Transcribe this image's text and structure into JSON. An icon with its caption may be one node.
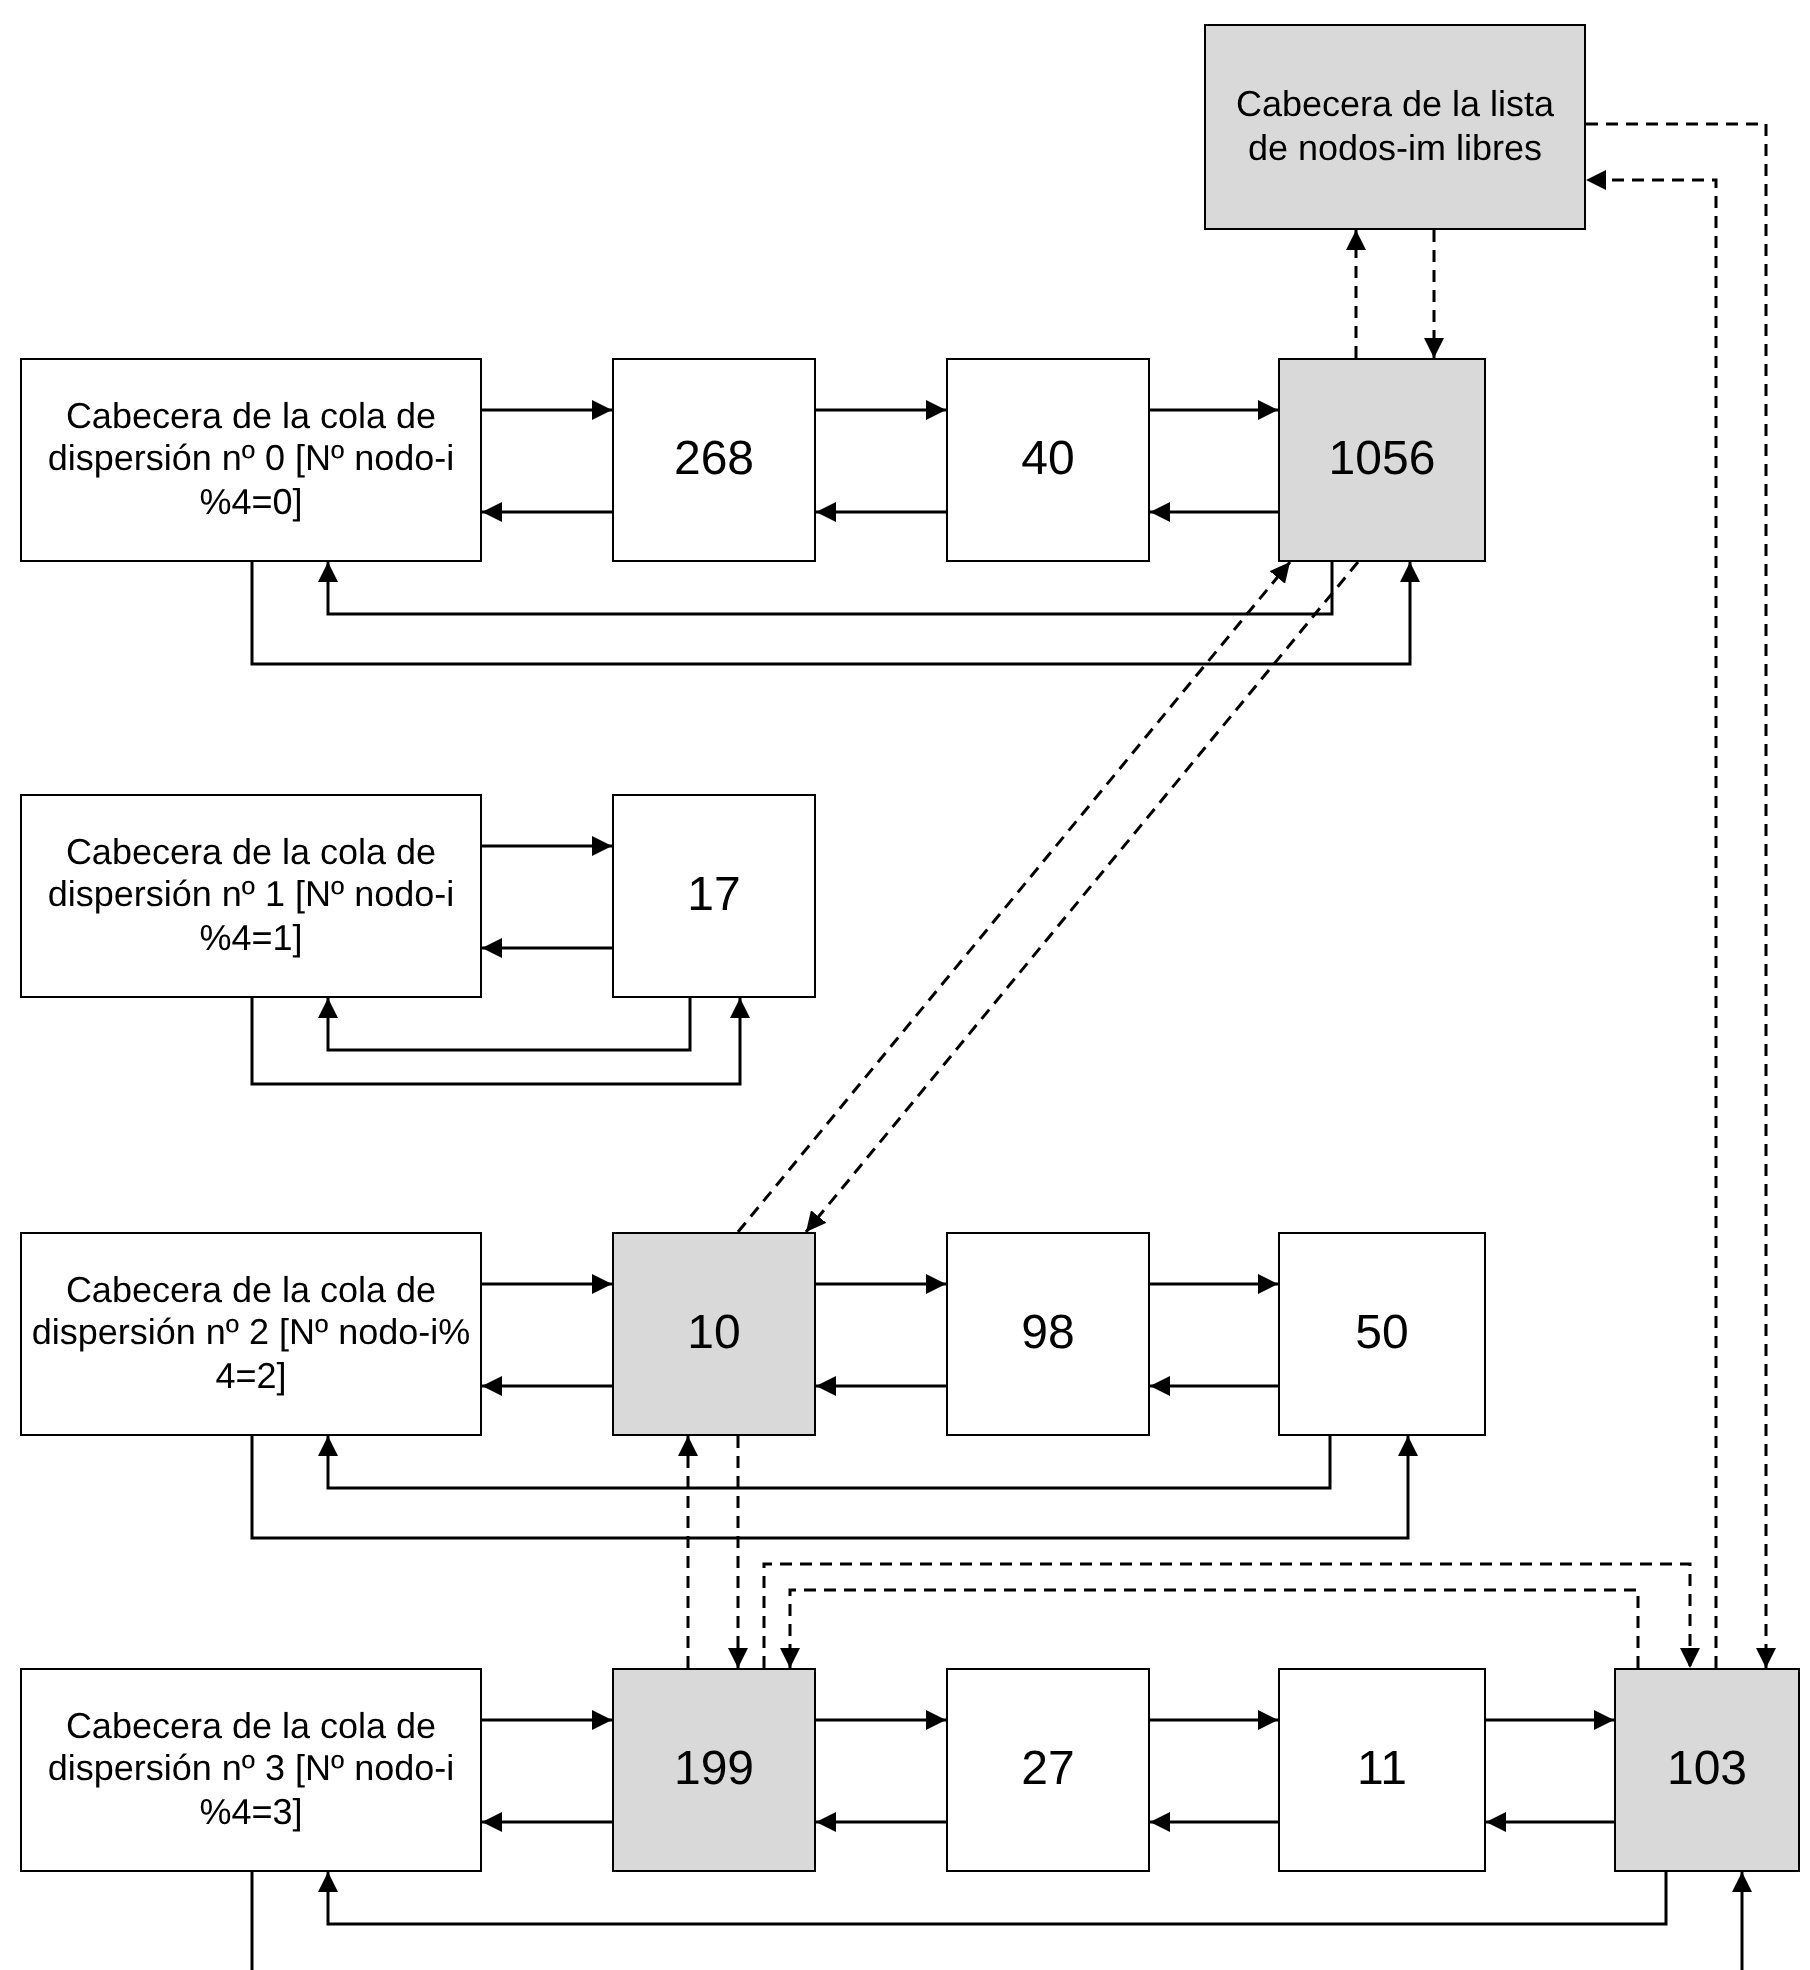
{
  "diagram": {
    "nodes": [
      {
        "text": [
          "Cabecera de la lista de nodos-im libres"
        ]
      },
      {
        "text": [
          "Cabecera de la cola de dispersión nº 0 [Nº nodo-i %4=0]"
        ]
      },
      {
        "text": [
          "268"
        ]
      },
      {
        "text": [
          "40"
        ]
      },
      {
        "text": [
          "1056"
        ]
      },
      {
        "text": [
          "Cabecera de la cola de dispersión nº 1 [Nº nodo-i %4=1]"
        ]
      },
      {
        "text": [
          "17"
        ]
      },
      {
        "text": [
          "Cabecera de la cola de dispersión nº 2 [Nº nodo-i% 4=2]"
        ]
      },
      {
        "text": [
          "10"
        ]
      },
      {
        "text": [
          "98"
        ]
      },
      {
        "text": [
          "50"
        ]
      },
      {
        "text": [
          "Cabecera de la cola de dispersión nº 3 [Nº nodo-i %4=3]"
        ]
      },
      {
        "text": [
          "199"
        ]
      },
      {
        "text": [
          "27"
        ]
      },
      {
        "text": [
          "11"
        ]
      },
      {
        "text": [
          "103"
        ]
      }
    ],
    "edges": [
      {
        "from": 1,
        "to": 2,
        "arrow": "to"
      },
      {
        "from": 2,
        "to": 3,
        "arrow": "to"
      },
      {
        "from": 3,
        "to": 4,
        "arrow": "to"
      },
      {
        "from": 2,
        "to": 1,
        "arrow": "to"
      },
      {
        "from": 3,
        "to": 2,
        "arrow": "to"
      },
      {
        "from": 4,
        "to": 3,
        "arrow": "to"
      },
      {
        "from": 4,
        "to": 1,
        "arrow": "to"
      },
      {
        "from": 1,
        "to": 4,
        "arrow": "to"
      },
      {
        "from": 4,
        "to": 0,
        "arrow": "to",
        "style": "dashed"
      },
      {
        "from": 0,
        "to": 4,
        "arrow": "to",
        "style": "dashed"
      },
      {
        "from": 0,
        "to": 15,
        "arrow": "to",
        "style": "dashed"
      },
      {
        "from": 15,
        "to": 0,
        "arrow": "to",
        "style": "dashed"
      },
      {
        "from": 8,
        "to": 4,
        "arrow": "to",
        "style": "dashed"
      },
      {
        "from": 4,
        "to": 8,
        "arrow": "to",
        "style": "dashed"
      },
      {
        "from": 5,
        "to": 6,
        "arrow": "to"
      },
      {
        "from": 6,
        "to": 5,
        "arrow": "to"
      },
      {
        "from": 6,
        "to": 5,
        "arrow": "to"
      },
      {
        "from": 5,
        "to": 6,
        "arrow": "to"
      },
      {
        "from": 7,
        "to": 8,
        "arrow": "to"
      },
      {
        "from": 8,
        "to": 9,
        "arrow": "to"
      },
      {
        "from": 9,
        "to": 10,
        "arrow": "to"
      },
      {
        "from": 8,
        "to": 7,
        "arrow": "to"
      },
      {
        "from": 9,
        "to": 8,
        "arrow": "to"
      },
      {
        "from": 10,
        "to": 9,
        "arrow": "to"
      },
      {
        "from": 10,
        "to": 7,
        "arrow": "to"
      },
      {
        "from": 7,
        "to": 10,
        "arrow": "to"
      },
      {
        "from": 12,
        "to": 8,
        "arrow": "to",
        "style": "dashed"
      },
      {
        "from": 8,
        "to": 12,
        "arrow": "to",
        "style": "dashed"
      },
      {
        "from": 12,
        "to": 15,
        "arrow": "to",
        "style": "dashed"
      },
      {
        "from": 15,
        "to": 12,
        "arrow": "to",
        "style": "dashed"
      },
      {
        "from": 11,
        "to": 12,
        "arrow": "to"
      },
      {
        "from": 12,
        "to": 13,
        "arrow": "to"
      },
      {
        "from": 13,
        "to": 14,
        "arrow": "to"
      },
      {
        "from": 14,
        "to": 15,
        "arrow": "to"
      },
      {
        "from": 12,
        "to": 11,
        "arrow": "to"
      },
      {
        "from": 13,
        "to": 12,
        "arrow": "to"
      },
      {
        "from": 14,
        "to": 13,
        "arrow": "to"
      },
      {
        "from": 15,
        "to": 14,
        "arrow": "to"
      },
      {
        "from": 15,
        "to": 11,
        "arrow": "to"
      },
      {
        "from": 11,
        "to": null,
        "arrow": "none"
      },
      {
        "from": null,
        "to": 15,
        "arrow": "to"
      }
    ]
  }
}
